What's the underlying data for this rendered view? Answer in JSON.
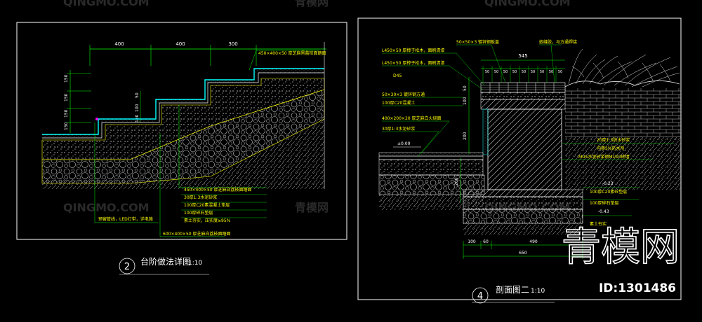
{
  "watermarks": [
    "QINGMO.COM",
    "青模网",
    "QINGMO.COM",
    "青模网",
    "QINGMO.COM"
  ],
  "brand": {
    "logo_text": "青模网",
    "id_label": "ID:1301486"
  },
  "sheet_left": {
    "number": "2",
    "title": "台阶做法详图",
    "scale": "1:10",
    "dims_top": [
      "400",
      "400",
      "300"
    ],
    "dims_left": [
      "150",
      "150",
      "150",
      "150"
    ],
    "dims_mid": [
      "50",
      "100",
      "150"
    ],
    "callout_top": "450×400×50  厚芝麻黑荔枝面踏面",
    "callouts": [
      "450×400×50  厚芝麻白荔枝面踏面",
      "30厚1:3水泥砂浆",
      "100厚C20素混凝土垫层",
      "100厚碎石垫层",
      "素土夯实，压实度≥95%"
    ],
    "callout_bottom": "600×400×50  厚芝麻白荔枝面踏面",
    "left_note": "预留管线，LED灯带，详电施"
  },
  "sheet_right": {
    "number": "4",
    "title": "剖面图二",
    "scale": "1:10",
    "top_note": "50×50×3 镀锌钢板盖",
    "top_note2": "嵌缝胶，与方通焊接",
    "dim_top": "545",
    "dim_small": [
      "50",
      "50",
      "50",
      "50",
      "50",
      "50",
      "50",
      "50",
      "50"
    ],
    "left_callouts": [
      "L450×50  厚樟子松木，面刷清漆",
      "L450×50  厚樟子松木，面刷清漆",
      "D45",
      "50×30×3 镀锌钢方通",
      "100厚C20混凝土",
      "400×200×20  厚芝麻白火烧面",
      "30厚1:3水泥砂浆"
    ],
    "level_left": "±0.00",
    "dims_vert": [
      "50",
      "100",
      "200",
      "200"
    ],
    "right_callouts": [
      "20厚1:3防水砂浆",
      "内掺5%防水剂",
      "MU5水泥砂浆砌MU10砖墙",
      "-0.23",
      "100厚C20素砼垫层",
      "100厚碎石垫层",
      "-0.43",
      "素土夯实"
    ],
    "dims_bottom": [
      "100",
      "60",
      "490"
    ],
    "dim_bottom_total": "650"
  },
  "colors": {
    "background": "#000000",
    "frame": "#ffffff",
    "dim_line": "#00ff00",
    "text_yellow": "#ffff00",
    "hatch": "#c8c8c8",
    "cyan": "#00ffff",
    "magenta": "#ff00ff"
  }
}
